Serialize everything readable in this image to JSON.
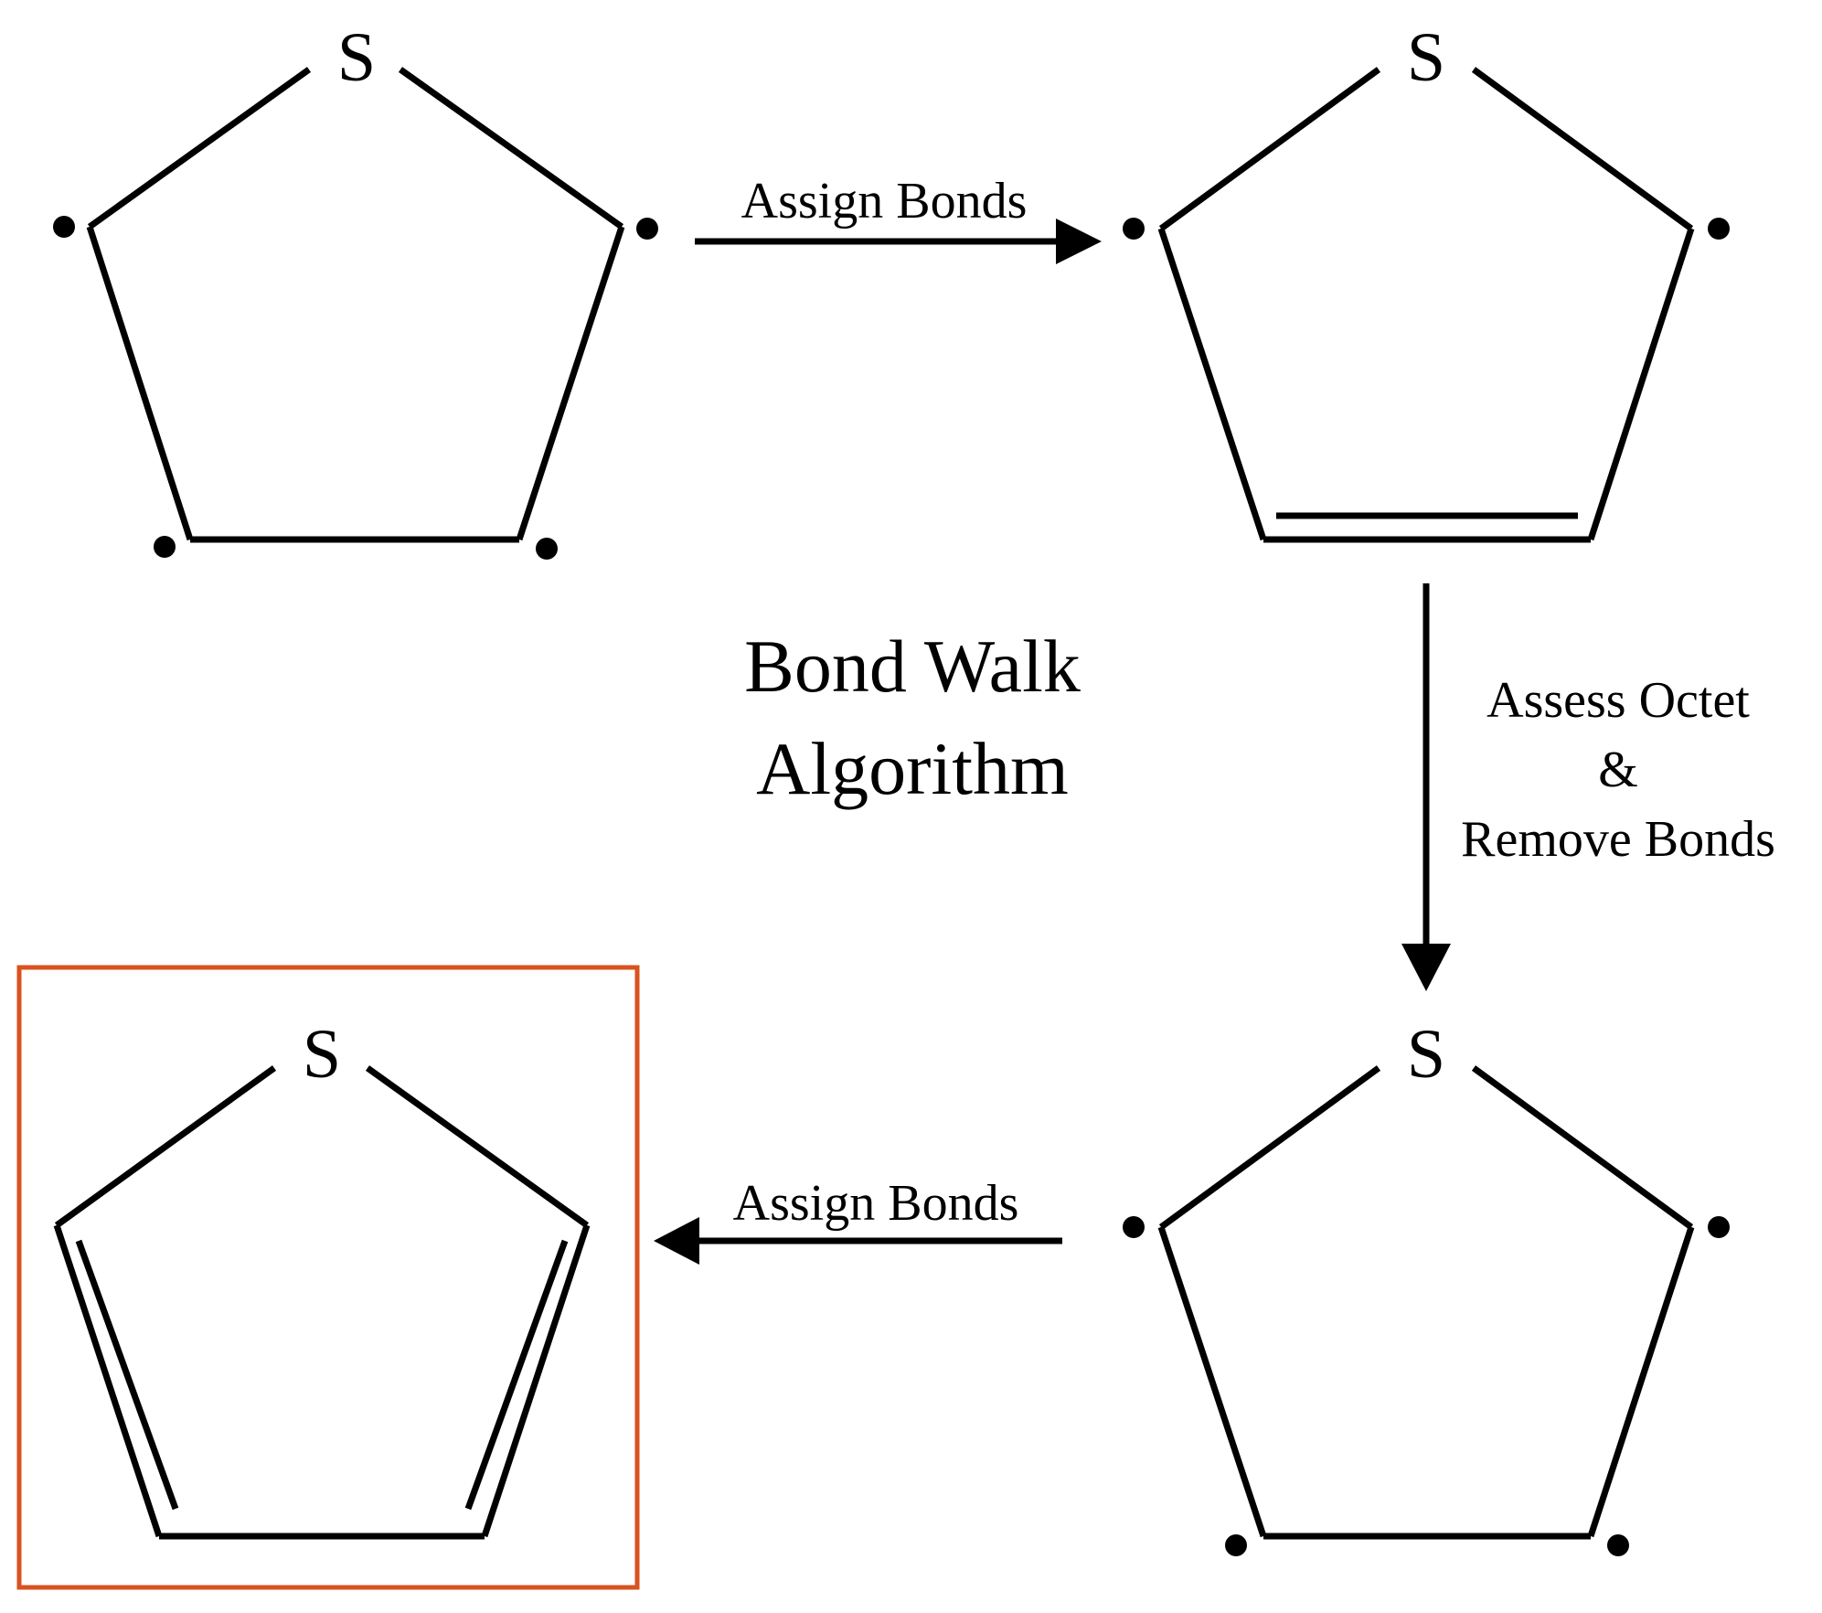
{
  "title": {
    "line1": "Bond Walk",
    "line2": "Algorithm"
  },
  "steps": {
    "top": "Assign Bonds",
    "right_line1": "Assess Octet",
    "right_line2": "&",
    "right_line3": "Remove Bonds",
    "bottom": "Assign Bonds"
  },
  "atom_label": "S",
  "molecules": [
    {
      "id": "initial",
      "double_bonds": 0,
      "radicals": 4
    },
    {
      "id": "after-assign",
      "double_bonds": 1,
      "radicals": 2
    },
    {
      "id": "after-remove",
      "double_bonds": 0,
      "radicals": 4
    },
    {
      "id": "final",
      "double_bonds": 2,
      "radicals": 0,
      "highlighted": true
    }
  ],
  "colors": {
    "highlight_box": "#D9521F",
    "ink": "#000000"
  }
}
